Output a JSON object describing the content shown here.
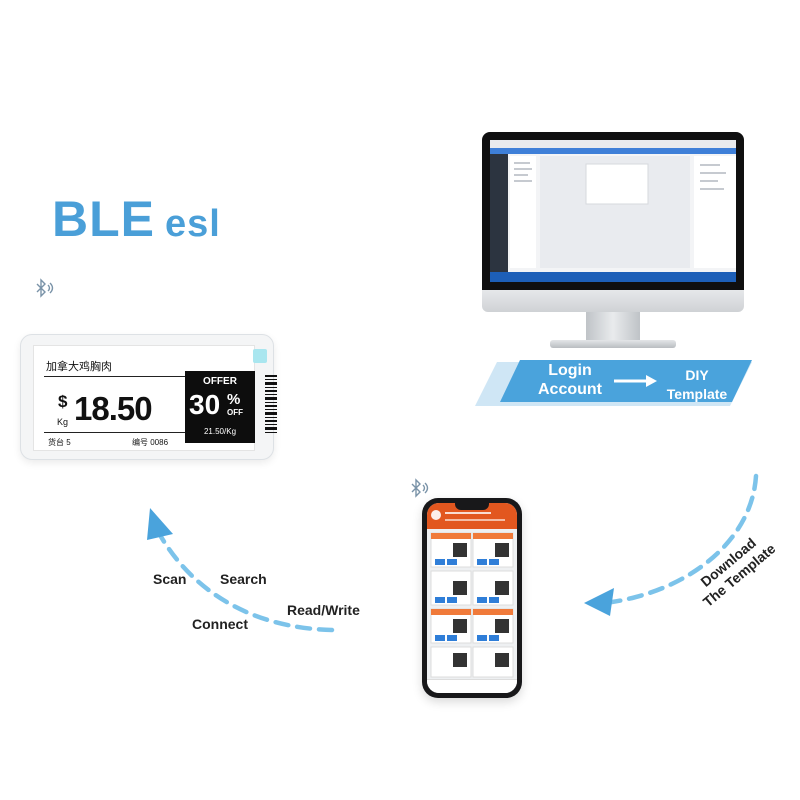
{
  "title": {
    "main": "BLE",
    "sub": "esl"
  },
  "esl_tag": {
    "product_name": "加拿大鸡胸肉",
    "currency": "$",
    "unit": "Kg",
    "price": "18.50",
    "position": "货台 5",
    "code": "编号 0086",
    "offer_label": "OFFER",
    "offer_value": "30",
    "offer_percent": "%",
    "offer_off": "OFF",
    "unit_price": "21.50/Kg",
    "led_color": "#a9e6ef"
  },
  "banner": {
    "login_line1": "Login",
    "login_line2": "Account",
    "diy_line1": "DIY",
    "diy_line2": "Template",
    "color": "#4aa3dc"
  },
  "steps": {
    "scan": "Scan",
    "search": "Search",
    "connect": "Connect",
    "read_write": "Read/Write",
    "download_line1": "Download",
    "download_line2": "The Template"
  },
  "colors": {
    "accent": "#4a9fd8",
    "arrow": "#7cc3ea",
    "app_header": "#e2571f"
  },
  "icons": [
    "bluetooth-icon",
    "bluetooth-icon",
    "arrow-right-icon"
  ]
}
